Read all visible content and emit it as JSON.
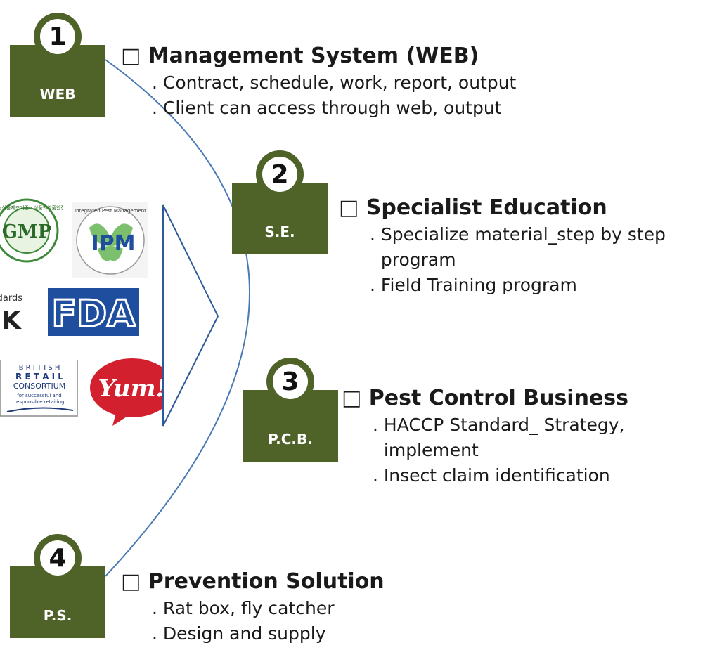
{
  "steps": [
    {
      "number": "1",
      "tag": "WEB",
      "heading": "□ Management System (WEB)",
      "lines": [
        ". Contract, schedule, work, report, output",
        ". Client can access through web, output"
      ]
    },
    {
      "number": "2",
      "tag": "S.E.",
      "heading": "□ Specialist Education",
      "lines": [
        ". Specialize material_step by step",
        "  program",
        ". Field Training program"
      ]
    },
    {
      "number": "3",
      "tag": "P.C.B.",
      "heading": "□ Pest Control Business",
      "lines": [
        ". HACCP Standard_ Strategy,",
        "  implement",
        ". Insect claim identification"
      ]
    },
    {
      "number": "4",
      "tag": "P.S.",
      "heading": "□ Prevention Solution",
      "lines": [
        ". Rat box, fly catcher",
        ". Design and supply"
      ]
    }
  ],
  "logos": {
    "gmp": {
      "label": "GMP",
      "ring_text": "건강기능식품제조기준 · 식품의약품안전청"
    },
    "ipm": {
      "label": "IPM",
      "ring_text": "Integrated Pest Management"
    },
    "standards": {
      "label": "dards",
      "mark": "K"
    },
    "fda": {
      "label": "FDA"
    },
    "brc": {
      "lines": [
        "B R I T I S H",
        "R E T A I L",
        "CONSORTIUM",
        "for successful and",
        "responsible retailing"
      ]
    },
    "yum": {
      "label": "Yum!"
    }
  },
  "colors": {
    "badge_green": "#4f6228",
    "arc_blue": "#4a7ab5",
    "arrow_blue": "#2e5a9c",
    "fda_blue": "#1f4e9e",
    "yum_red": "#d3202f",
    "gmp_green": "#3f8a3a",
    "ipm_green": "#7cc06e"
  }
}
